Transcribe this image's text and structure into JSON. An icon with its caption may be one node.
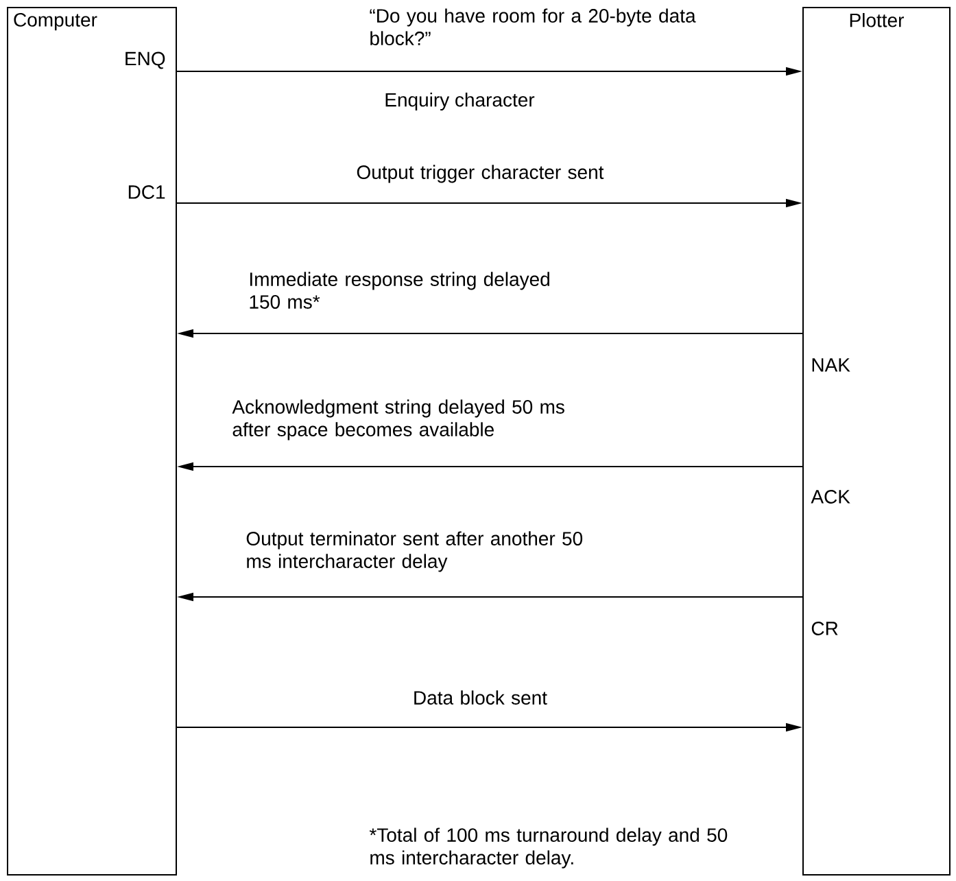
{
  "diagram": {
    "nodes": [
      {
        "text": [
          "Computer"
        ]
      },
      {
        "text": [
          "Plotter"
        ]
      }
    ],
    "edges": [
      {
        "from": 0,
        "to": 1,
        "arrow": "to",
        "label": "“Do you have room for a 20-byte data block?”"
      },
      {
        "from": 0,
        "to": 1,
        "arrow": "to",
        "label": "Output trigger character sent"
      },
      {
        "from": 1,
        "to": 0,
        "arrow": "to",
        "label": "Immediate response string delayed 150 ms*"
      },
      {
        "from": 1,
        "to": 0,
        "arrow": "to",
        "label": "Acknowledgment string delayed 50 ms after space becomes available"
      },
      {
        "from": 1,
        "to": 0,
        "arrow": "to",
        "label": "Output terminator sent after another 50 ms intercharacter delay"
      },
      {
        "from": 0,
        "to": 1,
        "arrow": "to",
        "label": "Data block sent"
      }
    ],
    "labels": [
      "ENQ",
      "Enquiry character",
      "DC1",
      "NAK",
      "ACK",
      "CR",
      "*Total of 100 ms turnaround delay and 50 ms intercharacter delay."
    ]
  }
}
